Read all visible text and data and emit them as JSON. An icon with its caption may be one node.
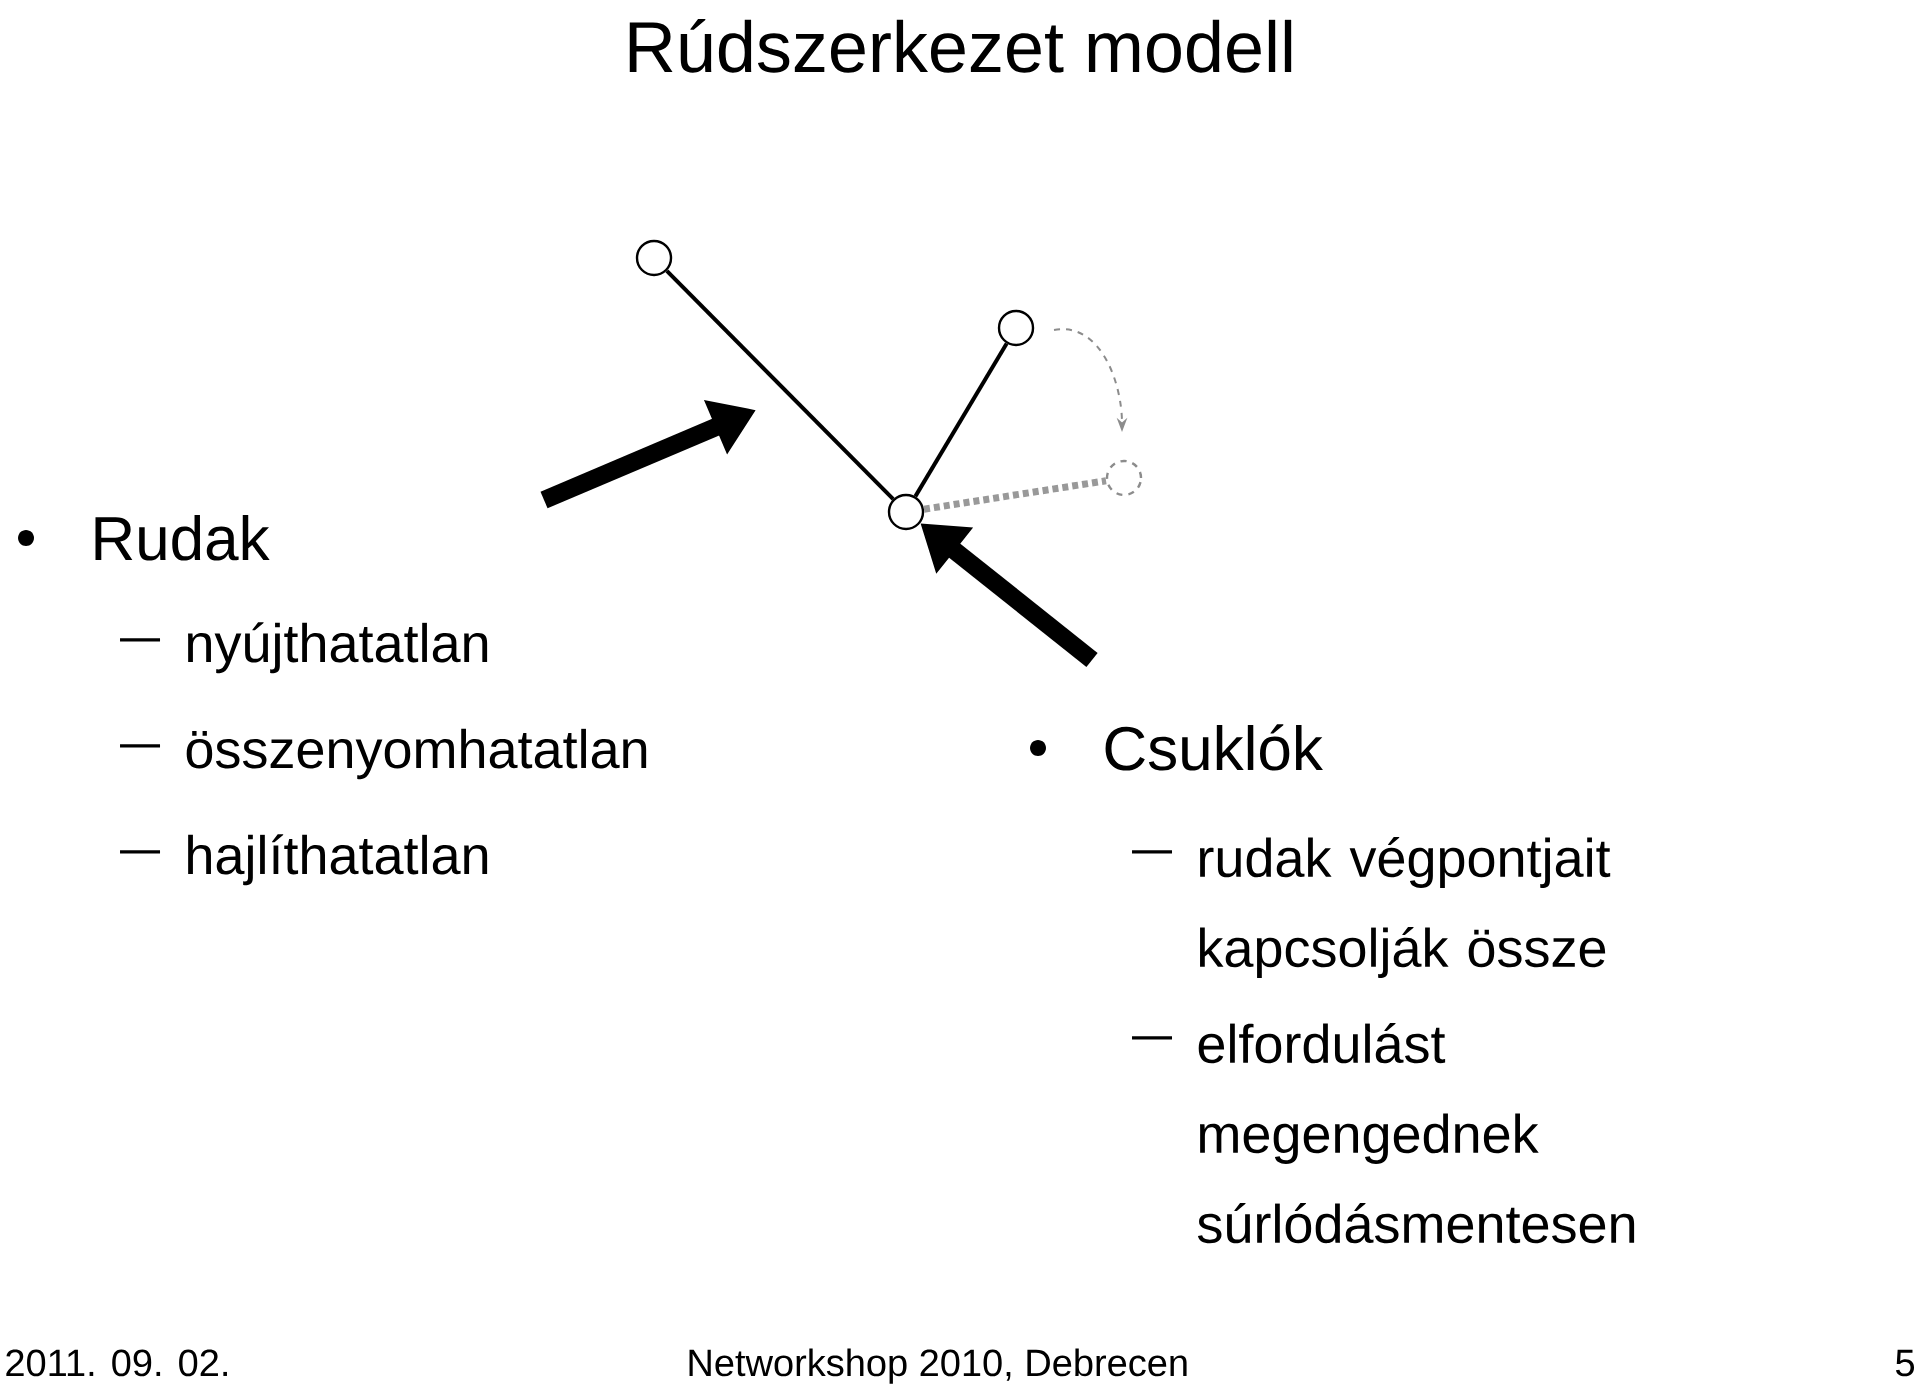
{
  "diagram": {
    "title": "Rúdszerkezet modell",
    "nodes": [
      {
        "text": [],
        "shape": "circle"
      },
      {
        "text": [],
        "shape": "circle"
      },
      {
        "text": [],
        "shape": "circle"
      },
      {
        "text": [],
        "shape": "circle"
      }
    ],
    "edges": [
      {
        "from": 0,
        "to": 1,
        "arrow": "none"
      },
      {
        "from": 1,
        "to": 2,
        "arrow": "none"
      },
      {
        "from": 1,
        "to": 3,
        "arrow": "none",
        "style": "dashed",
        "color": "#999999"
      },
      {
        "from": null,
        "to": 1,
        "arrow": "to",
        "style": "thick"
      }
    ],
    "labels": [
      "Rudak",
      "nyújthatatlan",
      "összenyomhatatlan",
      "hajlíthatatlan",
      "Csuklók",
      "rudak végpontjait kapcsolják össze",
      "elfordulást megengednek súrlódásmentesen",
      "2011. 09. 02.",
      "Networkshop 2010, Debrecen",
      "5"
    ]
  }
}
